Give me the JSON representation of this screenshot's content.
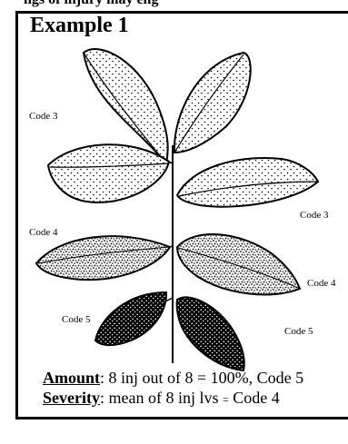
{
  "top_text": "ngs of injury may eng",
  "title": "Example 1",
  "codes": {
    "c1": "Code 3",
    "c2": "Code 3",
    "c3": "Code 4",
    "c4": "Code 4",
    "c5": "Code 5",
    "c6": "Code 5"
  },
  "amount": {
    "label": "Amount",
    "text": ": 8 inj out of 8 = 100%, Code 5"
  },
  "severity": {
    "label": "Severity",
    "text_a": ": mean of 8 inj lvs ",
    "eq": "=",
    "text_b": " Code 4"
  },
  "colors": {
    "ink": "#000000",
    "paper": "#ffffff"
  }
}
